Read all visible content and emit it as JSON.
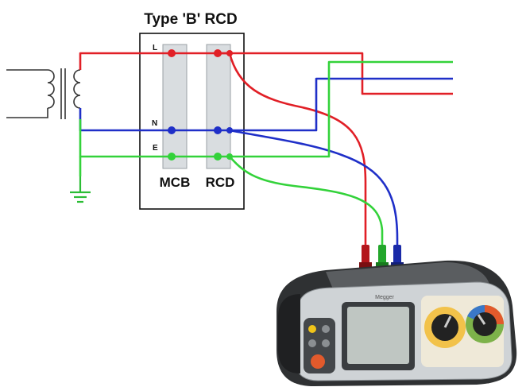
{
  "diagram": {
    "title": "Type 'B' RCD",
    "terminals": {
      "line": "L",
      "neutral": "N",
      "earth": "E"
    },
    "devices": {
      "mcb": "MCB",
      "rcd": "RCD"
    },
    "colors": {
      "line": "#e11f26",
      "neutral": "#1f2fc8",
      "earth": "#33d23a",
      "earth_symbol": "#2bbd35",
      "enclosure": "#111111",
      "breaker_body": "#d9dde0",
      "tester_body": "#2f3133",
      "tester_screen": "#bfc6c2",
      "dial_face": "#f2c24a"
    },
    "icons": {
      "transformer": "transformer-symbol-icon",
      "earth": "earth-ground-icon",
      "tester": "multifunction-tester-icon"
    },
    "tester_brand": "Megger"
  }
}
